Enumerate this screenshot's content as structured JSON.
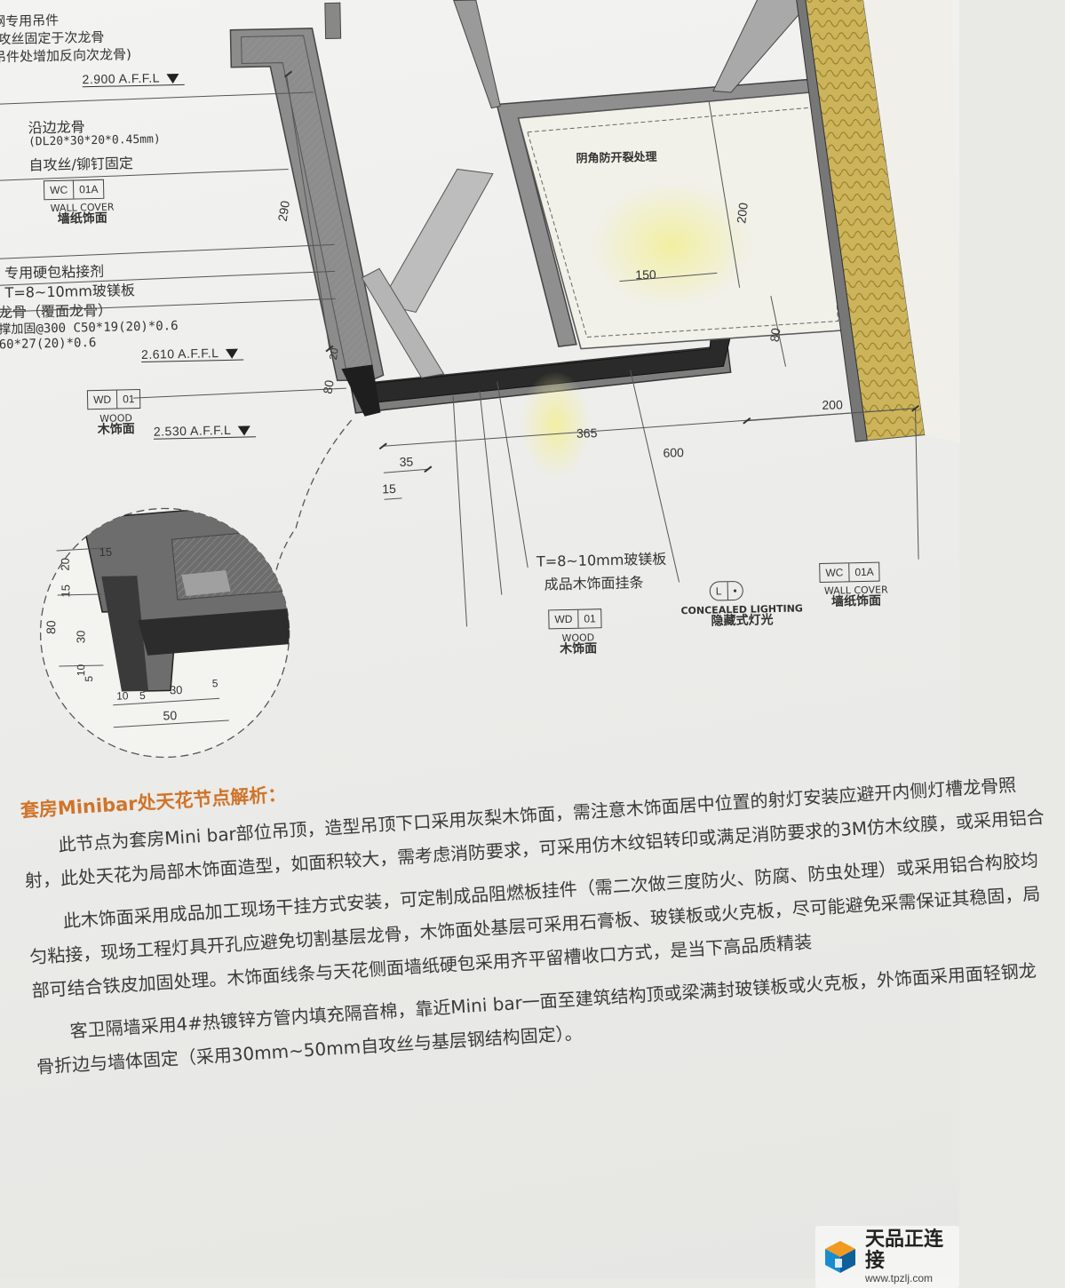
{
  "drawing": {
    "top_notes": [
      "钢专用吊件",
      "(攻丝固定于次龙骨",
      "吊件处增加反向次龙骨)"
    ],
    "levels": {
      "l2900": "2.900 A.F.F.L",
      "l2610": "2.610 A.F.F.L",
      "l2530": "2.530 A.F.F.L"
    },
    "notes_left": {
      "edge_keel_1": "沿边龙骨",
      "edge_keel_2": "(DL20*30*20*0.45mm)",
      "edge_keel_3": "自攻丝/铆钉固定",
      "adhesive": "专用硬包粘接剂",
      "board": "T=8~10mm玻镁板",
      "keel_1": "龙骨（覆面龙骨）",
      "keel_2": "撑加固@300  C50*19(20)*0.6",
      "keel_3": "60*27(20)*0.6"
    },
    "tags": {
      "wc_left": {
        "code": "WC",
        "num": "01A",
        "en": "WALL COVER",
        "cn": "墙纸饰面"
      },
      "wd_left": {
        "code": "WD",
        "num": "01",
        "en": "WOOD",
        "cn": "木饰面"
      },
      "wd_bottom": {
        "code": "WD",
        "num": "01",
        "en": "WOOD",
        "cn": "木饰面"
      },
      "light": {
        "code": "L",
        "num": "•",
        "en": "CONCEALED LIGHTING",
        "cn": "隐藏式灯光"
      },
      "wc_right": {
        "code": "WC",
        "num": "01A",
        "en": "WALL COVER",
        "cn": "墙纸饰面"
      }
    },
    "notes_bottom": {
      "board": "T=8~10mm玻镁板",
      "strip": "成品木饰面挂条",
      "crack": "阴角防开裂处理"
    },
    "dimensions": {
      "d290": "290",
      "d20": "20",
      "d80_left": "80",
      "d35": "35",
      "d15": "15",
      "d365": "365",
      "d600": "600",
      "d200_bottom": "200",
      "d150": "150",
      "d200_right": "200",
      "d80_right": "80"
    },
    "detail": {
      "d15_top": "15",
      "d20": "20",
      "d15": "15",
      "d80": "80",
      "d30_v": "30",
      "d10": "10",
      "d5_v": "5",
      "d10_h": "10",
      "d5_h": "5",
      "d30_h": "30",
      "d5_r": "5",
      "d50": "50"
    }
  },
  "article": {
    "heading": "套房Minibar处天花节点解析：",
    "p1": "此节点为套房Mini bar部位吊顶，造型吊顶下口采用灰梨木饰面，需注意木饰面居中位置的射灯安装应避开内侧灯槽龙骨照射，此处天花为局部木饰面造型，如面积较大，需考虑消防要求，可采用仿木纹铝转印或满足消防要求的3M仿木纹膜，或采用铝合",
    "p2": "此木饰面采用成品加工现场干挂方式安装，可定制成品阻燃板挂件（需二次做三度防火、防腐、防虫处理）或采用铝合构胶均匀粘接，现场工程灯具开孔应避免切割基层龙骨，木饰面处基层可采用石膏板、玻镁板或火克板，尽可能避免采需保证其稳固，局部可结合铁皮加固处理。木饰面线条与天花侧面墙纸硬包采用齐平留槽收口方式，是当下高品质精装",
    "p3": "客卫隔墙采用4#热镀锌方管内填充隔音棉，靠近Mini bar一面至建筑结构顶或梁满封玻镁板或火克板，外饰面采用面轻钢龙骨折边与墙体固定（采用30mm~50mm自攻丝与基层钢结构固定）。"
  },
  "logo": {
    "title": "天品正连接",
    "url": "www.tpzlj.com"
  }
}
